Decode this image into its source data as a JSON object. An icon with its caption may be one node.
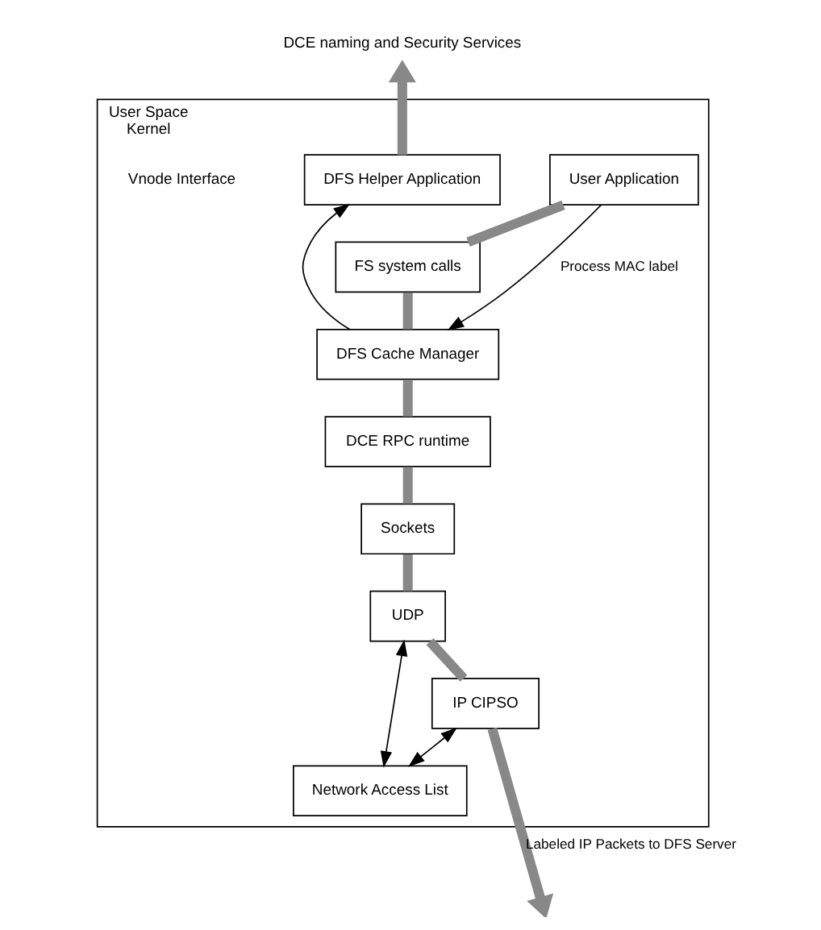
{
  "diagram": {
    "nodes": [
      {
        "text": [
          "DCE naming and Security Services"
        ]
      },
      {
        "text": [
          "User Space",
          "Kernel"
        ]
      },
      {
        "text": [
          "User Application"
        ],
        "in": 1
      },
      {
        "text": [
          "DFS Helper Application"
        ],
        "in": 1
      },
      {
        "text": [
          "FS system calls"
        ],
        "in": 1
      },
      {
        "text": [
          "DFS Cache Manager"
        ],
        "in": 1
      },
      {
        "text": [
          "DCE RPC runtime"
        ],
        "in": 1
      },
      {
        "text": [
          "Sockets"
        ],
        "in": 1
      },
      {
        "text": [
          "UDP"
        ],
        "in": 1
      },
      {
        "text": [
          "Network Access List"
        ],
        "in": 1
      },
      {
        "text": [
          "IP CIPSO"
        ],
        "in": 1
      }
    ],
    "edges": [
      {
        "from": 3,
        "to": 0,
        "arrow": "to",
        "color": "#888888"
      },
      {
        "from": 2,
        "to": 4,
        "arrow": "none",
        "color": "#888888"
      },
      {
        "from": 2,
        "to": 5,
        "arrow": "to",
        "label": "Process MAC label",
        "color": "#000000"
      },
      {
        "from": 4,
        "to": 5,
        "arrow": "none",
        "color": "#888888"
      },
      {
        "from": 5,
        "to": 3,
        "arrow": "to",
        "color": "#000000"
      },
      {
        "from": 5,
        "to": 6,
        "arrow": "none",
        "color": "#888888"
      },
      {
        "from": 6,
        "to": 7,
        "arrow": "none",
        "color": "#888888"
      },
      {
        "from": 7,
        "to": 8,
        "arrow": "none",
        "color": "#888888"
      },
      {
        "from": 8,
        "to": 9,
        "arrow": "both",
        "color": "#000000"
      },
      {
        "from": 8,
        "to": 10,
        "arrow": "none",
        "color": "#888888"
      },
      {
        "from": 10,
        "to": 9,
        "arrow": "both",
        "color": "#000000"
      },
      {
        "from": 10,
        "to": null,
        "arrow": "to",
        "label": "Labeled IP Packets to DFS Server",
        "color": "#888888"
      }
    ],
    "labels": [
      "Vnode Interface"
    ]
  }
}
